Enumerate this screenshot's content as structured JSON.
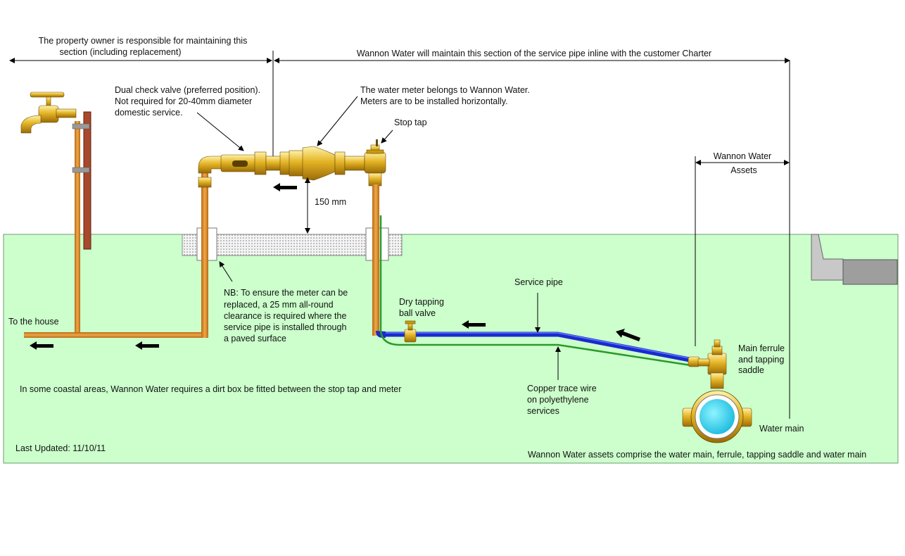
{
  "labels": {
    "owner_section_1": "The property owner is responsible for maintaining this",
    "owner_section_2": "section (including replacement)",
    "wannon_section": "Wannon Water will maintain this section of the service pipe inline with the customer Charter",
    "check_valve_1": "Dual check valve (preferred position).",
    "check_valve_2": "Not required for 20-40mm diameter",
    "check_valve_3": "domestic service.",
    "meter_1": "The water meter belongs to Wannon Water.",
    "meter_2": "Meters are to be installed horizontally.",
    "stop_tap": "Stop tap",
    "assets_1": "Wannon Water",
    "assets_2": "Assets",
    "clearance_height": "150 mm",
    "nb_1": "NB: To ensure the meter can be",
    "nb_2": "replaced, a 25 mm all-round",
    "nb_3": "clearance is required where the",
    "nb_4": "service pipe is installed through",
    "nb_5": "a paved surface",
    "to_house": "To the house",
    "dry_tapping_1": "Dry tapping",
    "dry_tapping_2": "ball valve",
    "service_pipe": "Service pipe",
    "main_ferrule_1": "Main ferrule",
    "main_ferrule_2": "and tapping",
    "main_ferrule_3": "saddle",
    "copper_wire_1": "Copper trace wire",
    "copper_wire_2": "on polyethylene",
    "copper_wire_3": "services",
    "water_main": "Water main",
    "dirt_box_note": "In some coastal areas, Wannon Water requires a dirt box be fitted between the stop tap and meter",
    "last_updated": "Last Updated: 11/10/11",
    "assets_note": "Wannon Water assets comprise the water main, ferrule, tapping saddle and water main"
  },
  "colors": {
    "ground": "#ccffcc",
    "copper": "#d98a2b",
    "brass": "#e0b01e",
    "service_pipe": "#1a2bcc",
    "trace_wire": "#2a9a2a",
    "water": "#22ccee",
    "kerb": "#b5b5b5",
    "post": "#a8482c"
  }
}
